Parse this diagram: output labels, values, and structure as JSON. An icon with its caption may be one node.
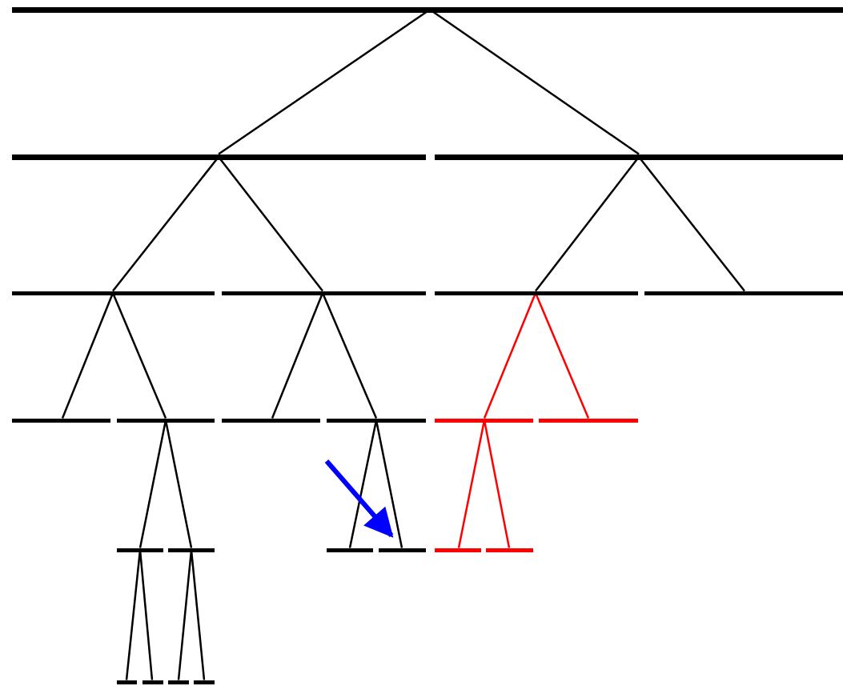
{
  "diagram": {
    "nodes": [
      {
        "text": [],
        "shape": "bar"
      },
      {
        "text": [],
        "shape": "bar"
      },
      {
        "text": [],
        "shape": "bar"
      },
      {
        "text": [],
        "shape": "bar"
      },
      {
        "text": [],
        "shape": "bar"
      },
      {
        "text": [],
        "shape": "bar"
      },
      {
        "text": [],
        "shape": "bar"
      },
      {
        "text": [],
        "shape": "bar"
      },
      {
        "text": [],
        "shape": "bar"
      },
      {
        "text": [],
        "shape": "bar"
      },
      {
        "text": [],
        "shape": "bar"
      },
      {
        "text": [],
        "shape": "bar"
      },
      {
        "text": [],
        "shape": "bar"
      },
      {
        "text": [],
        "shape": "bar"
      },
      {
        "text": [],
        "shape": "bar"
      },
      {
        "text": [],
        "shape": "bar"
      },
      {
        "text": [],
        "shape": "bar"
      },
      {
        "text": [],
        "shape": "bar"
      },
      {
        "text": [],
        "shape": "bar"
      },
      {
        "text": [],
        "shape": "bar"
      },
      {
        "text": [],
        "shape": "bar"
      },
      {
        "text": [],
        "shape": "bar"
      },
      {
        "text": [],
        "shape": "bar"
      }
    ],
    "edges": [
      {
        "from": 0,
        "to": 1,
        "arrow": "none"
      },
      {
        "from": 0,
        "to": 2,
        "arrow": "none"
      },
      {
        "from": 1,
        "to": 3,
        "arrow": "none"
      },
      {
        "from": 1,
        "to": 4,
        "arrow": "none"
      },
      {
        "from": 2,
        "to": 5,
        "arrow": "none"
      },
      {
        "from": 2,
        "to": 6,
        "arrow": "none"
      },
      {
        "from": 3,
        "to": 7,
        "arrow": "none"
      },
      {
        "from": 3,
        "to": 8,
        "arrow": "none"
      },
      {
        "from": 4,
        "to": 9,
        "arrow": "none"
      },
      {
        "from": 4,
        "to": 10,
        "arrow": "none"
      },
      {
        "from": 5,
        "to": 11,
        "arrow": "none",
        "color": "#ff0000"
      },
      {
        "from": 5,
        "to": 12,
        "arrow": "none",
        "color": "#ff0000"
      },
      {
        "from": 8,
        "to": 13,
        "arrow": "none"
      },
      {
        "from": 8,
        "to": 14,
        "arrow": "none"
      },
      {
        "from": 10,
        "to": 15,
        "arrow": "none"
      },
      {
        "from": 10,
        "to": 16,
        "arrow": "none"
      },
      {
        "from": 11,
        "to": 17,
        "arrow": "none",
        "color": "#ff0000"
      },
      {
        "from": 11,
        "to": 18,
        "arrow": "none",
        "color": "#ff0000"
      },
      {
        "from": 13,
        "to": 19,
        "arrow": "none"
      },
      {
        "from": 13,
        "to": 20,
        "arrow": "none"
      },
      {
        "from": 14,
        "to": 21,
        "arrow": "none"
      },
      {
        "from": 14,
        "to": 22,
        "arrow": "none"
      },
      {
        "from": null,
        "to": 16,
        "arrow": "to",
        "style": "thick",
        "color": "#0000ff"
      }
    ]
  }
}
